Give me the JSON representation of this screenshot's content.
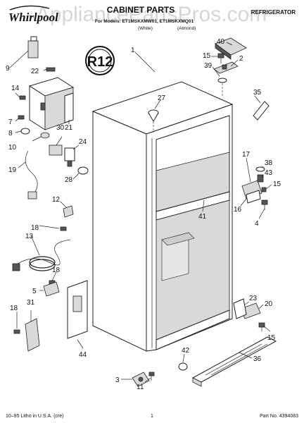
{
  "header": {
    "brand": "Whirlpool",
    "watermark": "AppliancePartsPros.com",
    "section_title": "CABINET PARTS",
    "category": "REFRIGERATOR",
    "for_models_prefix": "For Models: ET1MSKXMW01, ET1MSKXMQ01",
    "color_white": "(White)",
    "color_almond": "(Almond)"
  },
  "badge": {
    "text": "R12"
  },
  "callouts": {
    "c1": "1",
    "c2": "2",
    "c3": "3",
    "c4": "4",
    "c5": "5",
    "c7": "7",
    "c8": "8",
    "c9": "9",
    "c10": "10",
    "c11": "11",
    "c12": "12",
    "c13": "13",
    "c14": "14",
    "c15a": "15",
    "c15b": "15",
    "c15c": "15",
    "c16": "16",
    "c17": "17",
    "c18a": "18",
    "c18b": "18",
    "c18c": "18",
    "c19": "19",
    "c20": "20",
    "c21": "21",
    "c22": "22",
    "c23": "23",
    "c24": "24",
    "c27": "27",
    "c28": "28",
    "c30": "30",
    "c31": "31",
    "c35": "35",
    "c36": "36",
    "c38": "38",
    "c39": "39",
    "c40": "40",
    "c41": "41",
    "c42": "42",
    "c43": "43",
    "c44": "44"
  },
  "footer": {
    "print_info": "10–95 Litho in U.S.A. (cre)",
    "page_number": "1",
    "part_number": "Part No. 4394083"
  }
}
